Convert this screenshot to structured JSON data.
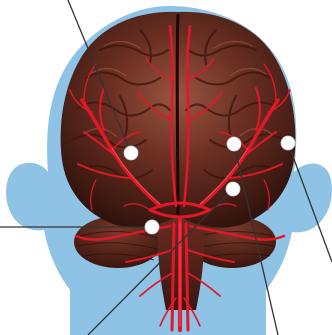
{
  "figure": {
    "subject": "brain-arteries-frontal-view",
    "labels": [],
    "colors": {
      "head_silhouette": "#8fc3e6",
      "brain_tissue": "#5b2a1e",
      "brain_tissue_light": "#8a4a36",
      "brain_tissue_dark": "#2e120c",
      "artery": "#e01828",
      "artery_highlight": "#ff4a55",
      "leader_line": "#333333",
      "marker": "#ffffff"
    },
    "markers": [
      {
        "id": "marker-1",
        "leader_target": "top-left-outside"
      },
      {
        "id": "marker-2",
        "leader_target": "right-outside"
      },
      {
        "id": "marker-3",
        "leader_target": "bottom-right-outside"
      },
      {
        "id": "marker-4",
        "leader_target": "bottom-left-outside"
      },
      {
        "id": "marker-5",
        "leader_target": "left-outside"
      },
      {
        "id": "marker-6",
        "leader_target": "bottom-right-outside"
      }
    ]
  }
}
